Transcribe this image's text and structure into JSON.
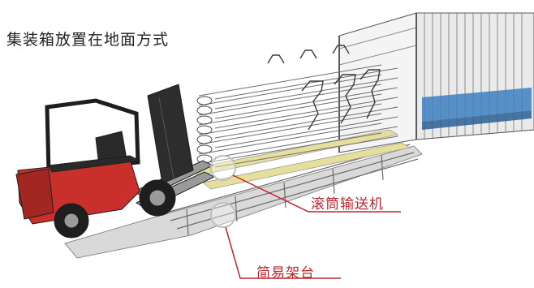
{
  "title": "集装箱放置在地面方式",
  "callouts": {
    "roller_conveyor": "滚筒输送机",
    "simple_rack": "简易架台"
  },
  "colors": {
    "callout": "#c0272d",
    "forklift_body": "#c9302c",
    "forklift_cab": "#2a2a2a",
    "frame_lines": "#555555",
    "container_floor": "#3d7fc1"
  }
}
